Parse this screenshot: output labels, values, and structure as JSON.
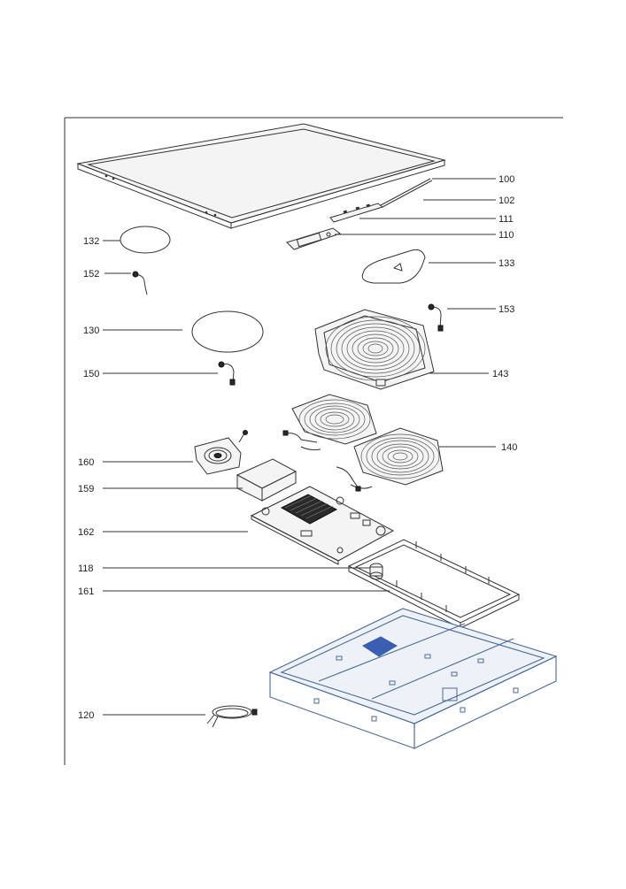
{
  "diagram": {
    "colors": {
      "line": "#333333",
      "base_tray": "#4a6a9a",
      "fan_grille": "#3a5fb0",
      "heatsink": "#2a2a2a"
    },
    "callouts": [
      {
        "id": "100",
        "label": "100"
      },
      {
        "id": "102",
        "label": "102"
      },
      {
        "id": "111",
        "label": "111"
      },
      {
        "id": "110",
        "label": "110"
      },
      {
        "id": "132",
        "label": "132"
      },
      {
        "id": "133",
        "label": "133"
      },
      {
        "id": "152",
        "label": "152"
      },
      {
        "id": "153",
        "label": "153"
      },
      {
        "id": "130",
        "label": "130"
      },
      {
        "id": "143",
        "label": "143"
      },
      {
        "id": "150",
        "label": "150"
      },
      {
        "id": "140",
        "label": "140"
      },
      {
        "id": "160",
        "label": "160"
      },
      {
        "id": "159",
        "label": "159"
      },
      {
        "id": "162",
        "label": "162"
      },
      {
        "id": "118",
        "label": "118"
      },
      {
        "id": "161",
        "label": "161"
      },
      {
        "id": "120",
        "label": "120"
      }
    ]
  }
}
